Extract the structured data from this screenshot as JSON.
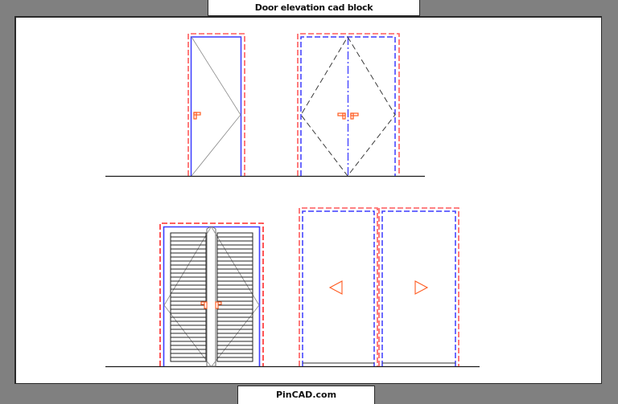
{
  "header": {
    "title": "Door elevation cad block"
  },
  "footer": {
    "watermark": "PinCAD.com"
  },
  "colors": {
    "background": "#808080",
    "canvas": "#ffffff",
    "frame_line": "#ff5a5a",
    "door_outline": "#3c3cff",
    "swing_line": "#8a8a8a",
    "hardware": "#ff5a1f",
    "ground_line": "#1a1a1a",
    "louver": "#222222"
  },
  "drawing": {
    "doors": [
      {
        "id": "single-swing-door",
        "type": "single leaf hinged",
        "handle": "single lever"
      },
      {
        "id": "double-swing-door",
        "type": "double leaf hinged (dashed)",
        "handle": "double lever"
      },
      {
        "id": "louvered-double-door",
        "type": "double leaf louvered",
        "handle": "double lever",
        "louver_slats_per_leaf": 30
      },
      {
        "id": "sliding-double-door",
        "type": "double leaf sliding",
        "arrows": [
          "left",
          "right"
        ]
      }
    ]
  }
}
